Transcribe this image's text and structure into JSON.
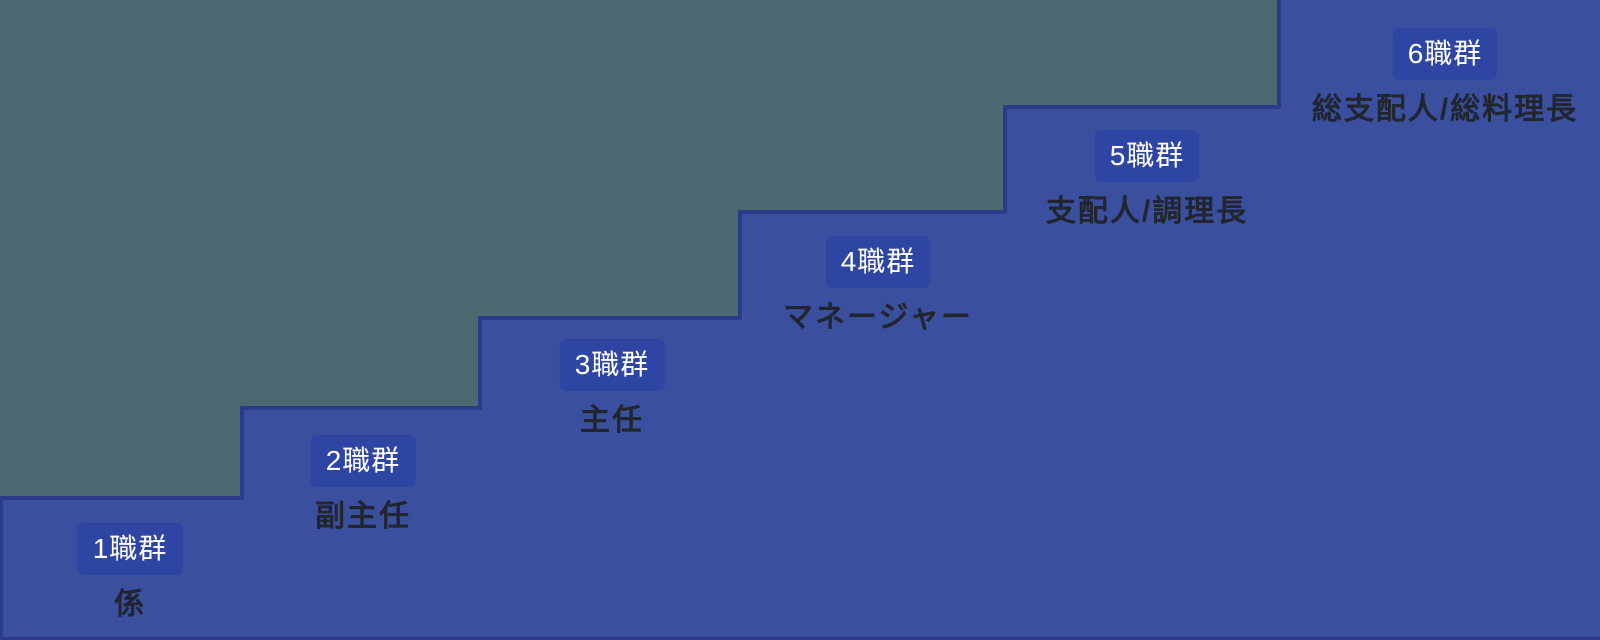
{
  "colors": {
    "background": "#4B6971",
    "stair_fill": "#3A4F9E",
    "stair_stroke": "#2B3A89",
    "badge_fill": "#2F45A3",
    "badge_text": "#FFFFFF",
    "role_text": "#20252E"
  },
  "diagram": {
    "type": "staircase-career-ladder",
    "steps": [
      {
        "badge": "1職群",
        "role": "係"
      },
      {
        "badge": "2職群",
        "role": "副主任"
      },
      {
        "badge": "3職群",
        "role": "主任"
      },
      {
        "badge": "4職群",
        "role": "マネージャー"
      },
      {
        "badge": "5職群",
        "role": "支配人/調理長"
      },
      {
        "badge": "6職群",
        "role": "総支配人/総料理長"
      }
    ]
  }
}
